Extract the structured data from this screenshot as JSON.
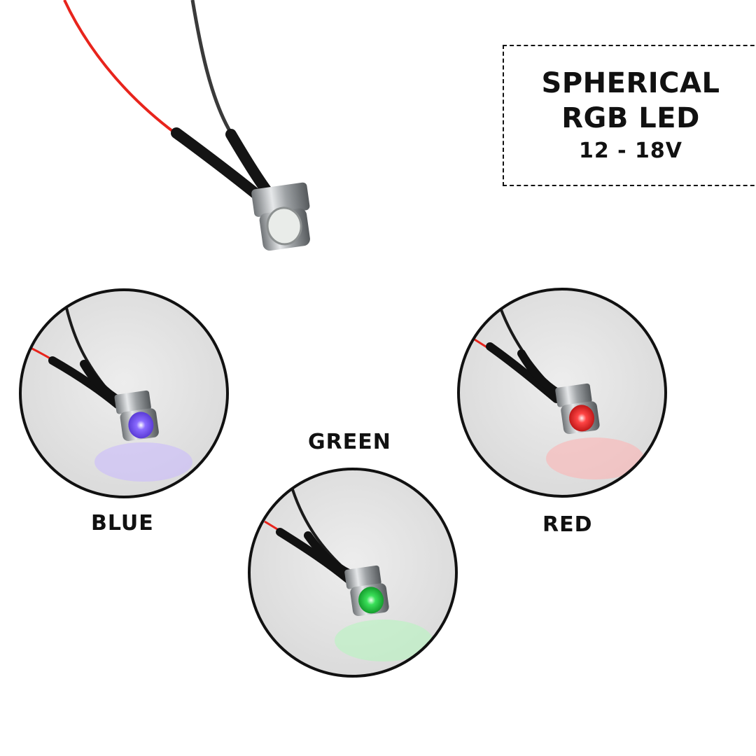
{
  "title": {
    "line1": "SPHERICAL",
    "line2": "RGB LED",
    "line3": "12 - 18V"
  },
  "labels": {
    "blue": "BLUE",
    "green": "GREEN",
    "red": "RED"
  },
  "colors": {
    "blue_glow": "#7a5cff",
    "green_glow": "#2fd04a",
    "red_glow": "#ff3b3b",
    "red_wire": "#e8241c",
    "black_wire": "#1a1a1a",
    "metal": "#b9bcbf"
  }
}
